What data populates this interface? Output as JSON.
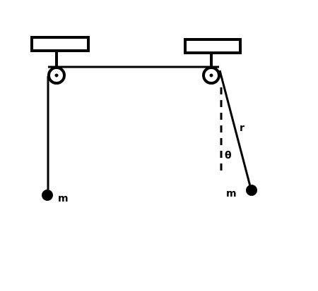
{
  "labels": {
    "left_mass": "m",
    "right_mass": "m",
    "string_length": "r",
    "angle": "θ"
  },
  "colors": {
    "line": "#000000",
    "background": "#ffffff"
  }
}
